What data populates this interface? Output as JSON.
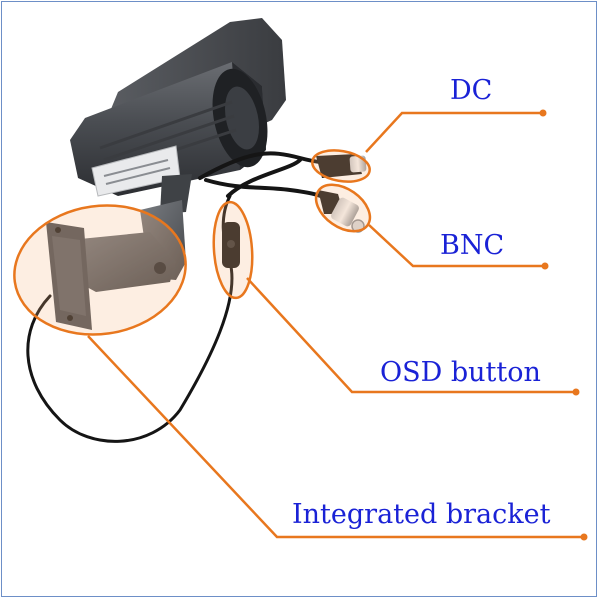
{
  "labels": {
    "dc": "DC",
    "bnc": "BNC",
    "osd_button": "OSD button",
    "integrated_bracket": "Integrated bracket"
  },
  "colors": {
    "label_text": "#1a22d6",
    "leader_line": "#e8771e",
    "highlight_fill": "#f6b07a",
    "camera_body": "#4a4d52",
    "frame_border": "#6d8fc7"
  },
  "icons": {
    "product": "cctv-bullet-camera"
  }
}
